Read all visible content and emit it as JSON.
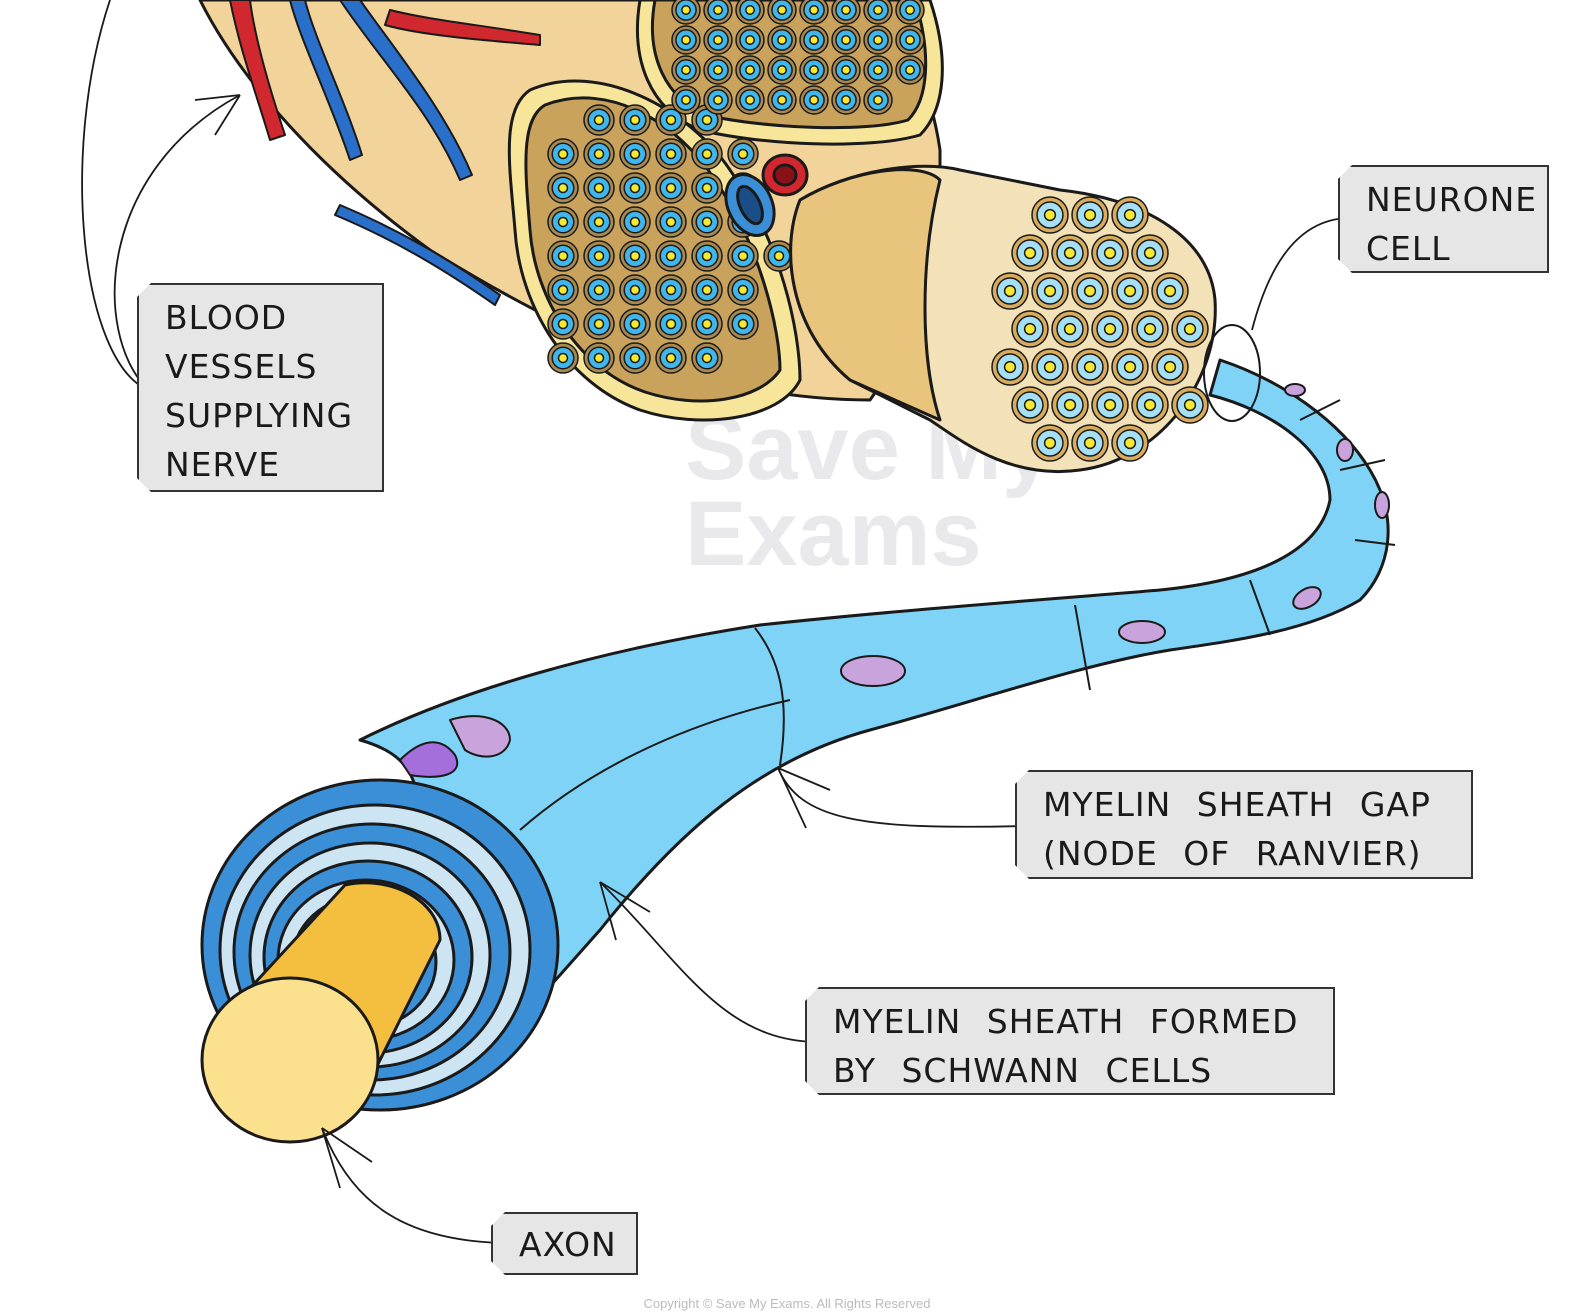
{
  "labels": {
    "blood_vessels": [
      "BLOOD",
      "VESSELS",
      "SUPPLYING",
      "NERVE"
    ],
    "neurone_cell": [
      "NEURONE",
      "CELL"
    ],
    "myelin_gap": [
      "MYELIN SHEATH GAP",
      "(NODE OF RANVIER)"
    ],
    "myelin_sheath": [
      "MYELIN SHEATH FORMED",
      "BY SCHWANN CELLS"
    ],
    "axon": [
      "AXON"
    ]
  },
  "watermark": "Save My Exams",
  "copyright": "Copyright © Save My Exams. All Rights Reserved",
  "colors": {
    "nerve_tissue": "#f2d49a",
    "perineurium": "#f7e69a",
    "fibre_ring": "#c9a25c",
    "myelin_blue": "#7fd3f7",
    "myelin_dark": "#3a8fd6",
    "nucleus": "#c9a3dc",
    "axon": "#f4bf3e",
    "axon_end": "#fbe08e",
    "artery": "#d0282e",
    "vein": "#2a6fc9",
    "tag_bg": "#e6e6e6"
  }
}
